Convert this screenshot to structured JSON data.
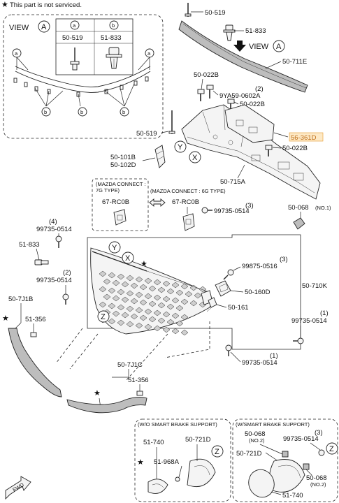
{
  "note": "This part is not serviced.",
  "view_a_inset": {
    "title": "VIEW",
    "view_letter": "A",
    "table_headers": [
      "a",
      "b"
    ],
    "table_parts": [
      "50-519",
      "51-833"
    ],
    "clip_letters": [
      "a",
      "a",
      "b",
      "b",
      "b"
    ]
  },
  "view_a_arrow": {
    "text": "VIEW",
    "letter": "A"
  },
  "labels": {
    "p50_519_top": "50-519",
    "p51_833": "51-833",
    "p50_711e": "50-711E",
    "p50_022b_1": "50-022B",
    "p9ya59": "9YA59-0602A",
    "q2_9ya59": "(2)",
    "p50_022b_2": "50-022B",
    "p50_519_mid": "50-519",
    "p56_361d": "56-361D",
    "p50_022b_3": "50-022B",
    "p50_101b": "50-101B",
    "p50_102d": "50-102D",
    "p50_715a": "50-715A",
    "p67_rc0b_1": "67-RC0B",
    "p67_rc0b_2": "67-RC0B",
    "p99735_0514_a": "99735-0514",
    "q3_a": "(3)",
    "p50_068_no1": "50-068",
    "q_no1": "(NO.1)",
    "p99735_0514_b": "99735-0514",
    "q4_b": "(4)",
    "p51_833_left": "51-833",
    "p99735_0514_c": "99735-0514",
    "q2_c": "(2)",
    "p99875_0516": "99875-0516",
    "q3_d": "(3)",
    "p50_710k": "50-710K",
    "p50_160d": "50-160D",
    "p50_161": "50-161",
    "p50_7j1b": "50-7J1B",
    "p51_356_1": "51-356",
    "p99735_0514_e": "99735-0514",
    "q1_e": "(1)",
    "p99735_0514_f": "99735-0514",
    "q1_f": "(1)",
    "p50_7j1c": "50-7J1C",
    "p51_356_2": "51-356",
    "p51_740_l": "51-740",
    "p50_721d_l": "50-721D",
    "p51_968a": "51-968A",
    "p50_068_no2": "50-068",
    "q_no2a": "(NO.2)",
    "p99735_0514_g": "99735-0514",
    "q3_g": "(3)",
    "p50_721d_r": "50-721D",
    "p50_068_r": "50-068",
    "q_no2b": "(NO.2)",
    "p51_740_r": "51-740"
  },
  "mazda_7g": [
    "(MAZDA CONNECT :",
    "7G TYPE)"
  ],
  "mazda_6g": "(MAZDA CONNECT : 6G TYPE)",
  "wo_smart_brake": "(W/O SMART BRAKE SUPPORT)",
  "w_smart_brake": "(W/SMART BRAKE SUPPORT)",
  "circle_letters": {
    "y1": "Y",
    "x1": "X",
    "y2": "Y",
    "x2": "X",
    "z1": "Z",
    "z2": "Z",
    "z3": "Z"
  },
  "fwd": "FWD",
  "colors": {
    "highlight": "#e59a2a",
    "highlight_bg": "#fde9c6",
    "line": "#222222"
  }
}
